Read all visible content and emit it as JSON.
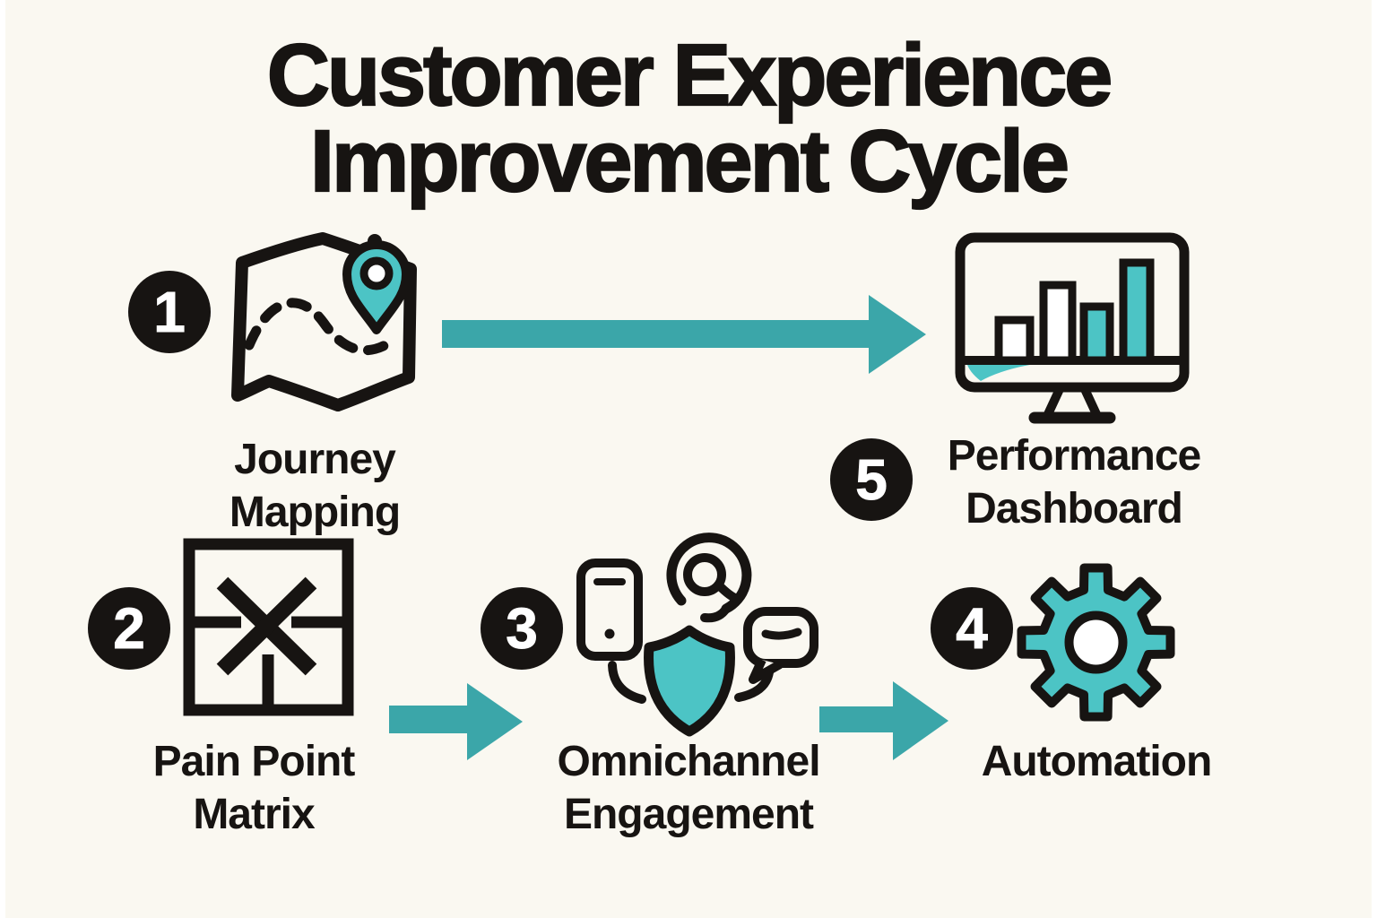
{
  "title": {
    "line1": "Customer Experience",
    "line2": "Improvement Cycle"
  },
  "steps": [
    {
      "number": "1",
      "label_line1": "Journey Mapping",
      "label_line2": "",
      "icon": "map-with-pin-icon"
    },
    {
      "number": "2",
      "label_line1": "Pain Point",
      "label_line2": "Matrix",
      "icon": "matrix-icon"
    },
    {
      "number": "3",
      "label_line1": "Omnichannel",
      "label_line2": "Engagement",
      "icon": "phone-at-shield-chat-icons"
    },
    {
      "number": "4",
      "label_line1": "Automation",
      "label_line2": "",
      "icon": "gear-icon"
    },
    {
      "number": "5",
      "label_line1": "Performance",
      "label_line2": "Dashboard",
      "icon": "dashboard-monitor-icon"
    }
  ],
  "arrows": [
    {
      "from": "Journey Mapping",
      "to": "Performance Dashboard"
    },
    {
      "from": "Pain Point Matrix",
      "to": "Omnichannel Engagement"
    },
    {
      "from": "Omnichannel Engagement",
      "to": "Automation"
    }
  ],
  "colors": {
    "background": "#FAF8F1",
    "ink": "#171412",
    "icon_teal": "#4CC4C5",
    "arrow_teal": "#3BA6A9",
    "white": "#FFFFFF"
  }
}
